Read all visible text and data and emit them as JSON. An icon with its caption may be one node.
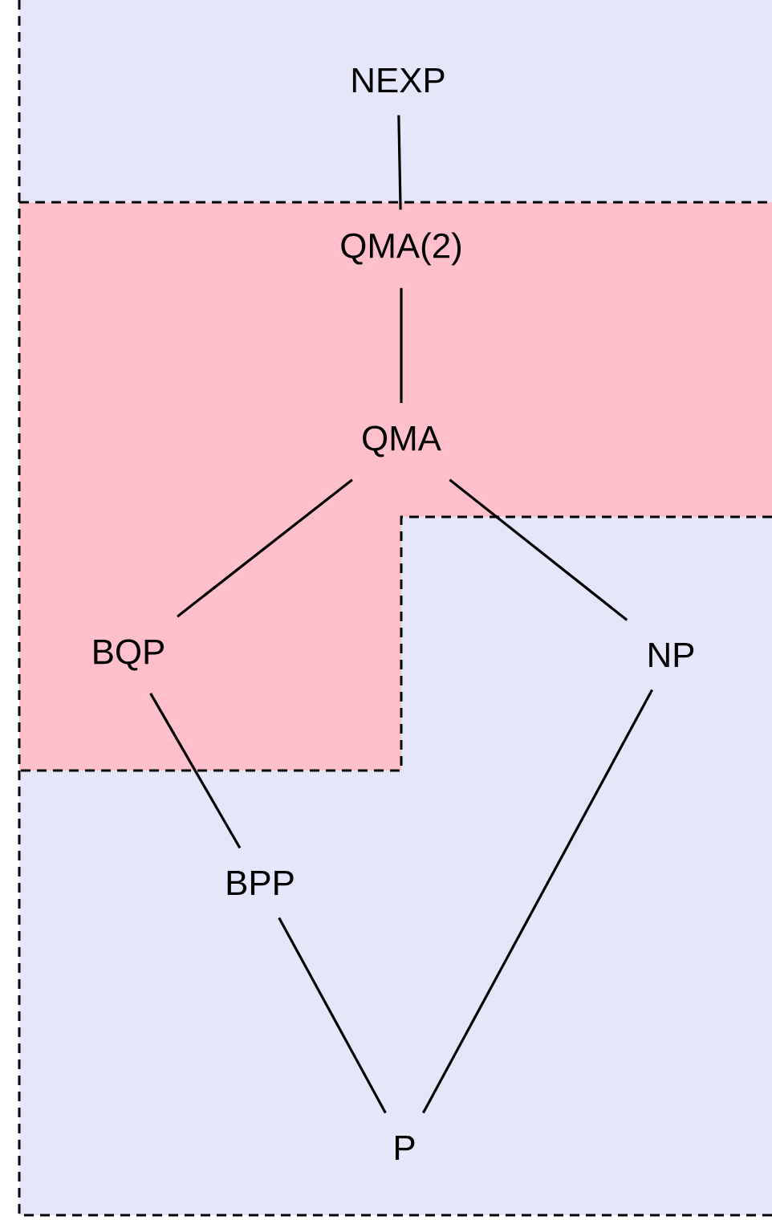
{
  "diagram": {
    "nodes": [
      {
        "text": [
          "NEXP"
        ]
      },
      {
        "text": [
          "QMA(2)"
        ]
      },
      {
        "text": [
          "QMA"
        ]
      },
      {
        "text": [
          "BQP"
        ]
      },
      {
        "text": [
          "NP"
        ]
      },
      {
        "text": [
          "BPP"
        ]
      },
      {
        "text": [
          "P"
        ]
      }
    ],
    "edges": [
      {
        "from": 0,
        "to": 1,
        "arrow": "none"
      },
      {
        "from": 1,
        "to": 2,
        "arrow": "none"
      },
      {
        "from": 2,
        "to": 3,
        "arrow": "none"
      },
      {
        "from": 2,
        "to": 4,
        "arrow": "none"
      },
      {
        "from": 3,
        "to": 5,
        "arrow": "none"
      },
      {
        "from": 5,
        "to": 6,
        "arrow": "none"
      },
      {
        "from": 4,
        "to": 6,
        "arrow": "none"
      }
    ]
  }
}
